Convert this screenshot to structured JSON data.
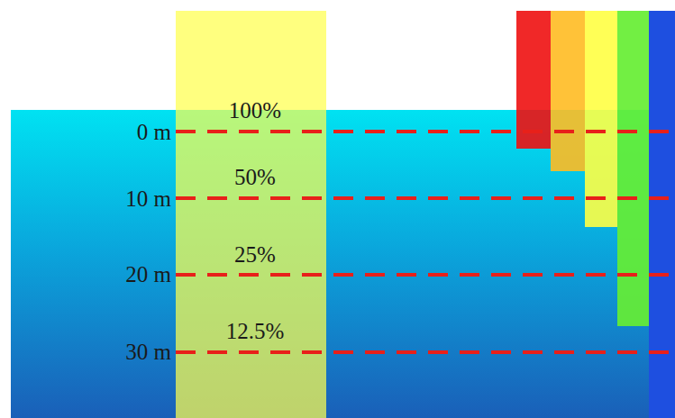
{
  "diagram": {
    "labels": [
      "100%",
      "0 m",
      "50%",
      "10 m",
      "25%",
      "20 m",
      "12.5%",
      "30 m"
    ]
  }
}
